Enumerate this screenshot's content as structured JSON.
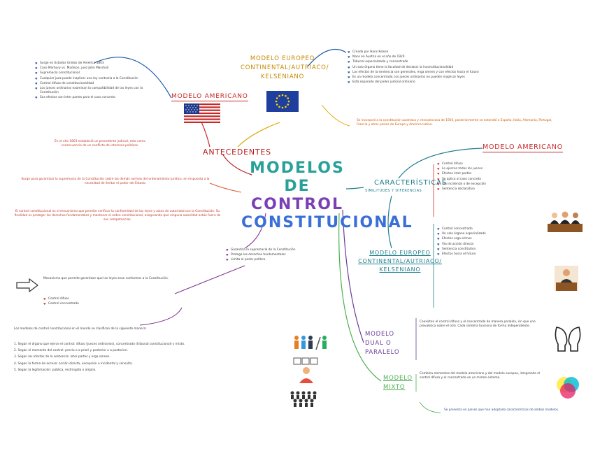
{
  "title": {
    "line1": "MODELOS DE",
    "line2": "CONTROL",
    "line3": "CONSTITUCIONAL"
  },
  "nodes": {
    "antecedentes": "ANTECEDENTES",
    "modelo_americano_ant": "MODELO AMERICANO",
    "modelo_europeo_ant": "MODELO EUROPEO CONTINENTAL/AUTRIACO/ KELSENIANO",
    "caracteristicas": "CARACTERÍSTICAS",
    "caracteristicas_sub": "SIMILITUDES Y DIFERENCIAS",
    "modelo_americano_car": "MODELO AMERICANO",
    "modelo_europeo_car": "MODELO EUROPEO CONTINENTAL/AUTRIACO/ KELSENIANO",
    "modelo_dual": "MODELO DUAL O PARALELO",
    "modelo_mixto": "MODELO MIXTO"
  },
  "text_blocks": {
    "americano_ant_list": [
      "Surge en Estados Unidos de América 1803",
      "Caso Marbury vs. Madison, juez John Marshall",
      "Supremacía constitucional",
      "Cualquier juez puede inaplicar una ley contraria a la Constitución",
      "Control difuso de constitucionalidad",
      "Los jueces ordinarios examinan la compatibilidad de las leyes con la Constitución",
      "Sus efectos son inter partes para el caso concreto"
    ],
    "americano_ant_note": "En el año 1803 estableció un precedente judicial, esto como consecuencia de un conflicto de intereses políticos.",
    "europeo_ant_list": [
      "Creado por Hans Kelsen",
      "Nace en Austria en el año de 1920",
      "Tribunal especializado y concentrado",
      "Un solo órgano tiene la facultad de declarar la inconstitucionalidad",
      "Los efectos de la sentencia son generales, erga omnes y con efectos hacia el futuro",
      "Es un modelo concentrado, los jueces ordinarios no pueden inaplicar leyes",
      "Está separado del poder judicial ordinario"
    ],
    "europeo_ant_note": "Se incorporó a la constitución austríaca y checoslovaca de 1920, posteriormente se extendió a España, Italia, Alemania, Portugal, Francia y otros países de Europa y América Latina.",
    "left_paragraph_1": "Surge para garantizar la supremacía de la Constitución sobre las demás normas del ordenamiento jurídico, en respuesta a la necesidad de limitar el poder del Estado.",
    "left_paragraph_2": "El control constitucional es el mecanismo que permite verificar la conformidad de las leyes y actos de autoridad con la Constitución. Su finalidad es proteger los derechos fundamentales y mantener el orden constitucional, asegurando que ninguna autoridad actúe fuera de sus competencias.",
    "center_list": [
      "Garantiza la supremacía de la Constitución",
      "Protege los derechos fundamentales",
      "Limita el poder político"
    ],
    "arrow_text": "Mecanismo que permite garantizar que las leyes sean conformes a la Constitución.",
    "arrow_list": [
      "Control difuso",
      "Control concentrado"
    ],
    "bottom_title": "Los modelos de control constitucional en el mundo se clasifican de la siguiente manera:",
    "bottom_items": [
      "1. Según el órgano que ejerce el control: difuso (jueces ordinarios), concentrado (tribunal constitucional) y mixto.",
      "2. Según el momento del control: previo o a priori y posterior o a posteriori.",
      "3. Según los efectos de la sentencia: inter partes y erga omnes.",
      "4. Según la forma de acceso: acción directa, excepción o incidental y consulta.",
      "5. Según la legitimación: pública, restringida o amplia."
    ],
    "char_americano_list": [
      "Control difuso",
      "Lo ejercen todos los jueces",
      "Efectos inter partes",
      "Se aplica al caso concreto",
      "Vía incidental o de excepción",
      "Sentencia declarativa"
    ],
    "char_europeo_list": [
      "Control concentrado",
      "Un solo órgano especializado",
      "Efectos erga omnes",
      "Vía de acción directa",
      "Sentencia constitutiva",
      "Efectos hacia el futuro"
    ],
    "dual_text": "Coexisten el control difuso y el concentrado de manera paralela, sin que uno prevalezca sobre el otro. Cada sistema funciona de forma independiente.",
    "mixto_text": "Combina elementos del modelo americano y del modelo europeo, integrando el control difuso y el concentrado en un mismo sistema.",
    "mixto_note": "Se presenta en países que han adoptado características de ambos modelos."
  },
  "colors": {
    "americano": "#c62828",
    "europeo": "#e0a800",
    "caracteristicas": "#1e7f8c",
    "dual": "#6a3d9a",
    "mixto": "#4caf50",
    "antecedentes": "#b71c1c",
    "title_teal": "#2aa198",
    "title_purple": "#7b3fb5"
  },
  "icons": {
    "usa_flag": "usa-flag",
    "eu_flag": "eu-flag",
    "judges": "judges-icon",
    "judge": "judge-icon",
    "duality": "faces-icon",
    "color_wheel": "color-mix-icon",
    "arrow": "arrow-icon",
    "people_group": "people-icon",
    "presenter": "presenter-icon",
    "crowd": "crowd-icon"
  }
}
